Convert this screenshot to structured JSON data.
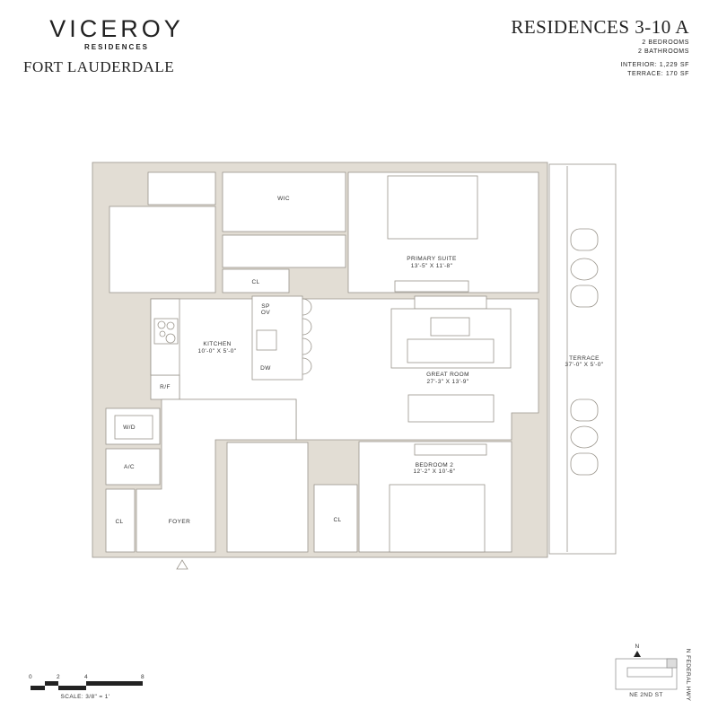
{
  "brand": {
    "name": "VICEROY",
    "sub": "RESIDENCES",
    "city": "FORT LAUDERDALE"
  },
  "unit": {
    "title": "RESIDENCES 3-10 A",
    "bedrooms": "2 BEDROOMS",
    "bathrooms": "2 BATHROOMS",
    "interior": "INTERIOR: 1,229 SF",
    "terrace": "TERRACE: 170 SF"
  },
  "rooms": {
    "wic": "WIC",
    "cl_top": "CL",
    "primary": {
      "name": "PRIMARY SUITE",
      "dims": "13'-5\" X 11'-8\""
    },
    "kitchen": {
      "name": "KITCHEN",
      "dims": "10'-0\" X 5'-0\""
    },
    "sp": "SP",
    "ov": "OV",
    "dw": "DW",
    "rf": "R/F",
    "great": {
      "name": "GREAT ROOM",
      "dims": "27'-3\" X 13'-9\""
    },
    "terrace": {
      "name": "TERRACE",
      "dims": "37'-0\" X 5'-0\""
    },
    "wd": "W/D",
    "ac": "A/C",
    "cl_foyer": "CL",
    "foyer": "FOYER",
    "cl_bed2": "CL",
    "bedroom2": {
      "name": "BEDROOM 2",
      "dims": "12'-2\" X 10'-6\""
    }
  },
  "scale": {
    "ticks": [
      "0",
      "2",
      "4",
      "8"
    ],
    "label": "SCALE: 3/8\" = 1'"
  },
  "keyplan": {
    "north": "N",
    "street_bottom": "NE 2ND ST",
    "street_right": "N FEDERAL HWY"
  },
  "colors": {
    "wall": "#e2ddd4",
    "line": "#9a958c",
    "text": "#222222"
  }
}
